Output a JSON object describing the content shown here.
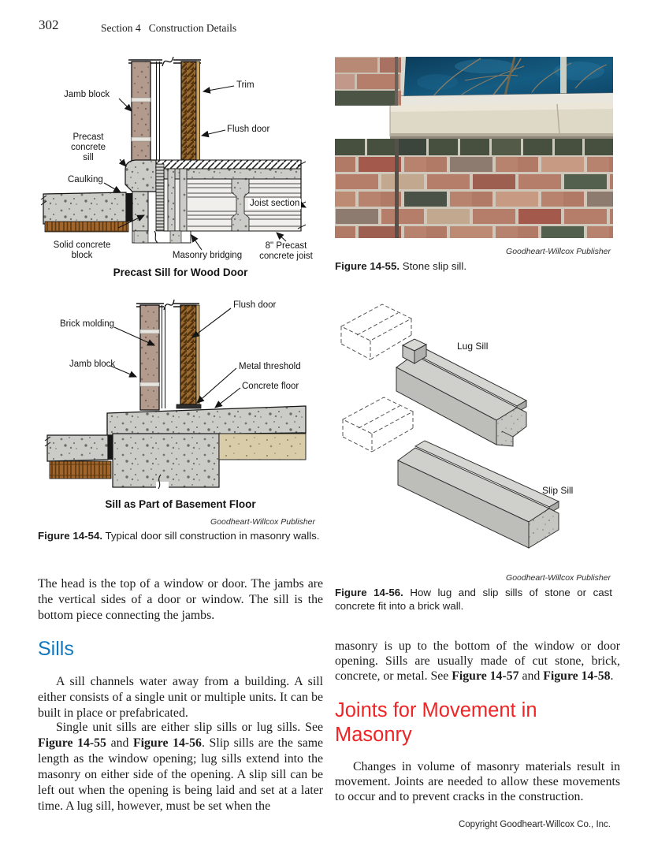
{
  "page": {
    "number": "302",
    "section_header": "Section 4   Construction Details",
    "copyright": "Copyright Goodheart-Willcox Co., Inc."
  },
  "colors": {
    "heading_blue": "#1178bf",
    "heading_red": "#ee2425"
  },
  "figure_14_54": {
    "credit": "Goodheart-Willcox Publisher",
    "label": "Figure 14-54.",
    "caption": "Typical door sill construction in masonry walls.",
    "diagram_precast": {
      "title": "Precast Sill for Wood Door",
      "labels": {
        "trim": "Trim",
        "flush_door": "Flush door",
        "jamb_block": "Jamb block",
        "precast_sill": "Precast\nconcrete\nsill",
        "caulking": "Caulking",
        "joist_section": "Joist section",
        "solid_block": "Solid concrete\nblock",
        "masonry_bridging": "Masonry bridging",
        "precast_joist": "8\" Precast\nconcrete joist"
      }
    },
    "diagram_basement": {
      "title": "Sill as Part of Basement Floor",
      "labels": {
        "flush_door": "Flush door",
        "brick_molding": "Brick molding",
        "jamb_block": "Jamb block",
        "metal_threshold": "Metal threshold",
        "concrete_floor": "Concrete floor"
      }
    }
  },
  "figure_14_55": {
    "credit": "Goodheart-Willcox Publisher",
    "label": "Figure 14-55.",
    "caption": "Stone slip sill."
  },
  "figure_14_56": {
    "credit": "Goodheart-Willcox Publisher",
    "label": "Figure 14-56.",
    "caption": "How lug and slip sills of stone or cast concrete fit into a brick wall.",
    "labels": {
      "lug_sill": "Lug Sill",
      "slip_sill": "Slip Sill"
    }
  },
  "left_column": {
    "intro": "The head is the top of a window or door. The jambs are the vertical sides of a door or window. The sill is the bottom piece connecting the jambs.",
    "sills_heading": "Sills",
    "para1": "A sill channels water away from a building. A sill either consists of a single unit or multiple units. It can be built in place or prefabricated.",
    "para2": {
      "s1": "Single unit sills are either slip sills or lug sills. See ",
      "b1": "Figure 14-55",
      "s2": " and ",
      "b2": "Figure 14-56",
      "s3": ". Slip sills are the same length as the window opening; lug sills extend into the masonry on either side of the opening. A slip sill can be left out when the opening is being laid and set at a later time. A lug sill, however, must be set when the"
    }
  },
  "right_column": {
    "para1": {
      "s1": "masonry is up to the bottom of the window or door opening. Sills are usually made of cut stone, brick, concrete, or metal. See ",
      "b1": "Figure 14-57",
      "s2": " and ",
      "b2": "Figure 14-58",
      "s3": "."
    },
    "joints_heading": "Joints for Movement in Masonry",
    "para2": "Changes in volume of masonry materials result in movement. Joints are needed to allow these movements to occur and to prevent cracks in the construction."
  }
}
